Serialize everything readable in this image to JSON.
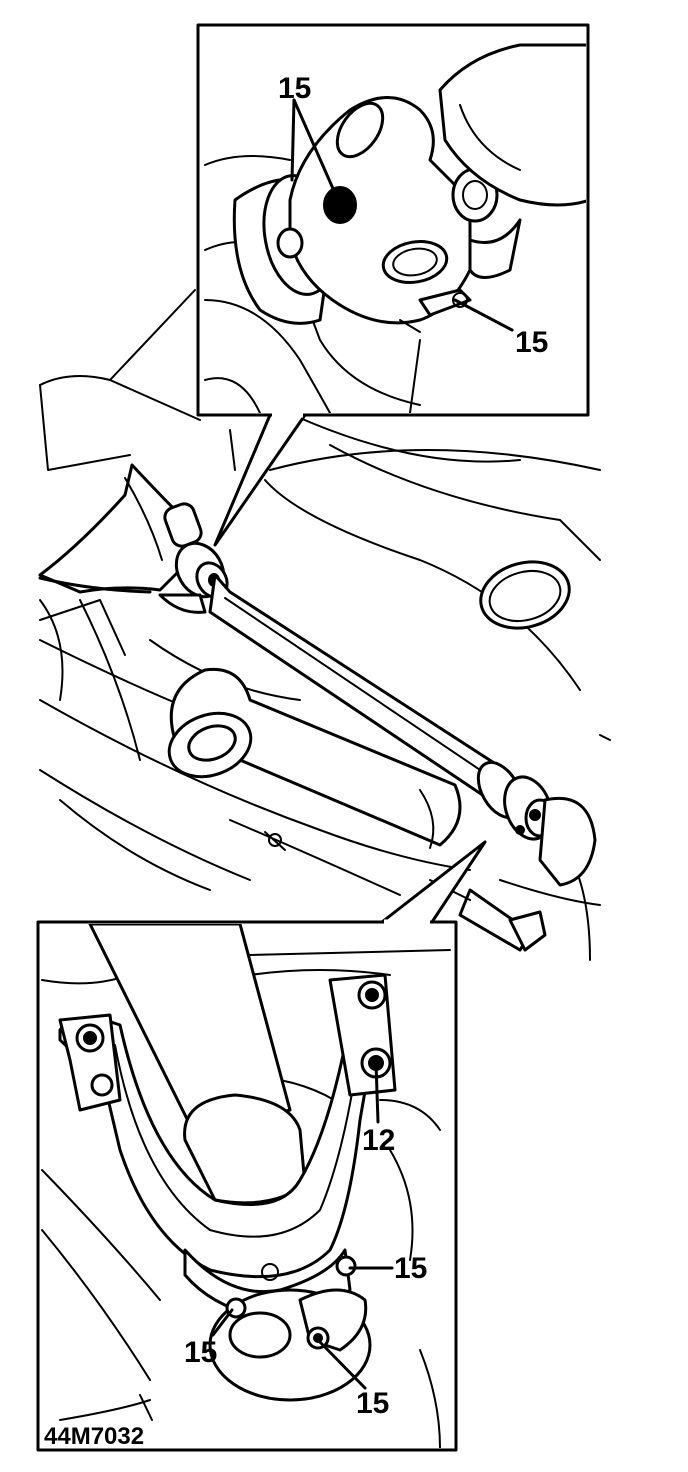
{
  "figure": {
    "reference": "44M7032"
  },
  "callouts": {
    "top_left": "15",
    "top_right": "15",
    "bottom_bracket_bolt": "12",
    "bottom_right_flange": "15",
    "bottom_left_flange": "15",
    "bottom_nut": "15"
  },
  "colors": {
    "line": "#000000",
    "background": "#ffffff"
  }
}
